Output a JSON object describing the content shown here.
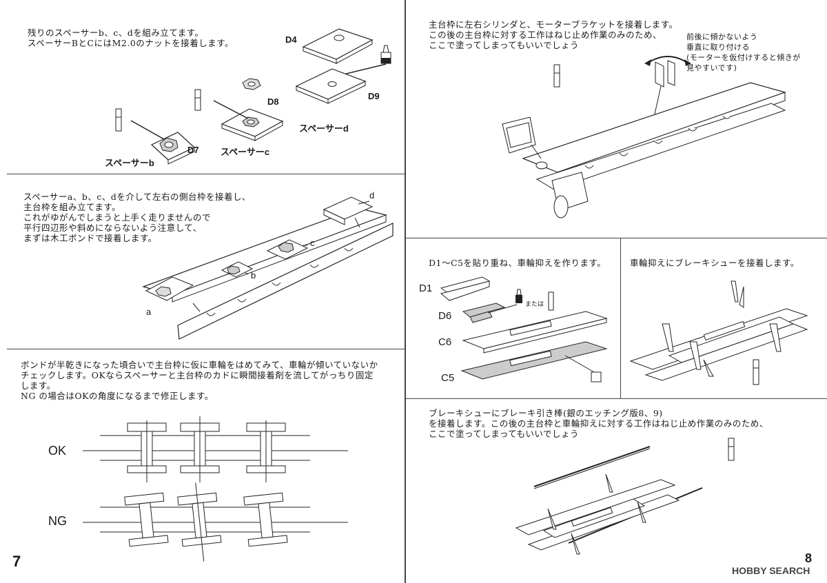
{
  "page_left": {
    "number": "7",
    "step1": {
      "text": "残りのスペーサーb、c、dを組み立てます。\nスペーサーBとCにはM2.0のナットを接着します。",
      "labels": {
        "d4": "D4",
        "d9": "D9",
        "d8": "D8",
        "d7": "D7",
        "spacer_b": "スペーサーb",
        "spacer_c": "スペーサーc",
        "spacer_d": "スペーサーd"
      }
    },
    "step2": {
      "text": "スペーサーa、b、c、dを介して左右の側台枠を接着し、\n主台枠を組み立てます。\nこれがゆがんでしまうと上手く走りませんので\n平行四辺形や斜めにならないよう注意して、\nまずは木工ボンドで接着します。",
      "labels": {
        "a": "a",
        "b": "b",
        "c": "c",
        "d": "d"
      }
    },
    "step3": {
      "text": "ボンドが半乾きになった頃合いで主台枠に仮に車輪をはめてみて、車輪が傾いていないか\nチェックします。OKならスペーサーと主台枠のカドに瞬間接着剤を流してがっちり固定\nします。\nNG の場合はOKの角度になるまで修正します。",
      "ok_label": "OK",
      "ng_label": "NG"
    }
  },
  "page_right": {
    "number": "8",
    "step1": {
      "text": "主台枠に左右シリンダと、モーターブラケットを接着します。\nこの後の主台枠に対する工作はねじ止め作業のみのため、\nここで塗ってしまってもいいでしょう",
      "note": "前後に傾かないよう\n垂直に取り付ける\n(モーターを仮付けすると傾きが\n見やすいです)"
    },
    "step2": {
      "text": "D1〜C5を貼り重ね、車輪抑えを作ります。",
      "labels": {
        "d1": "D1",
        "d6": "D6",
        "c6": "C6",
        "c5": "C5",
        "or": "または"
      }
    },
    "step3": {
      "text": "車輪抑えにブレーキシューを接着します。"
    },
    "step4": {
      "text": "ブレーキシューにブレーキ引き棒(銀のエッチング版8、9)\nを接着します。この後の主台枠と車輪抑えに対する工作はねじ止め作業のみのため、\nここで塗ってしまってもいいでしょう"
    }
  },
  "watermark": "HOBBY SEARCH"
}
